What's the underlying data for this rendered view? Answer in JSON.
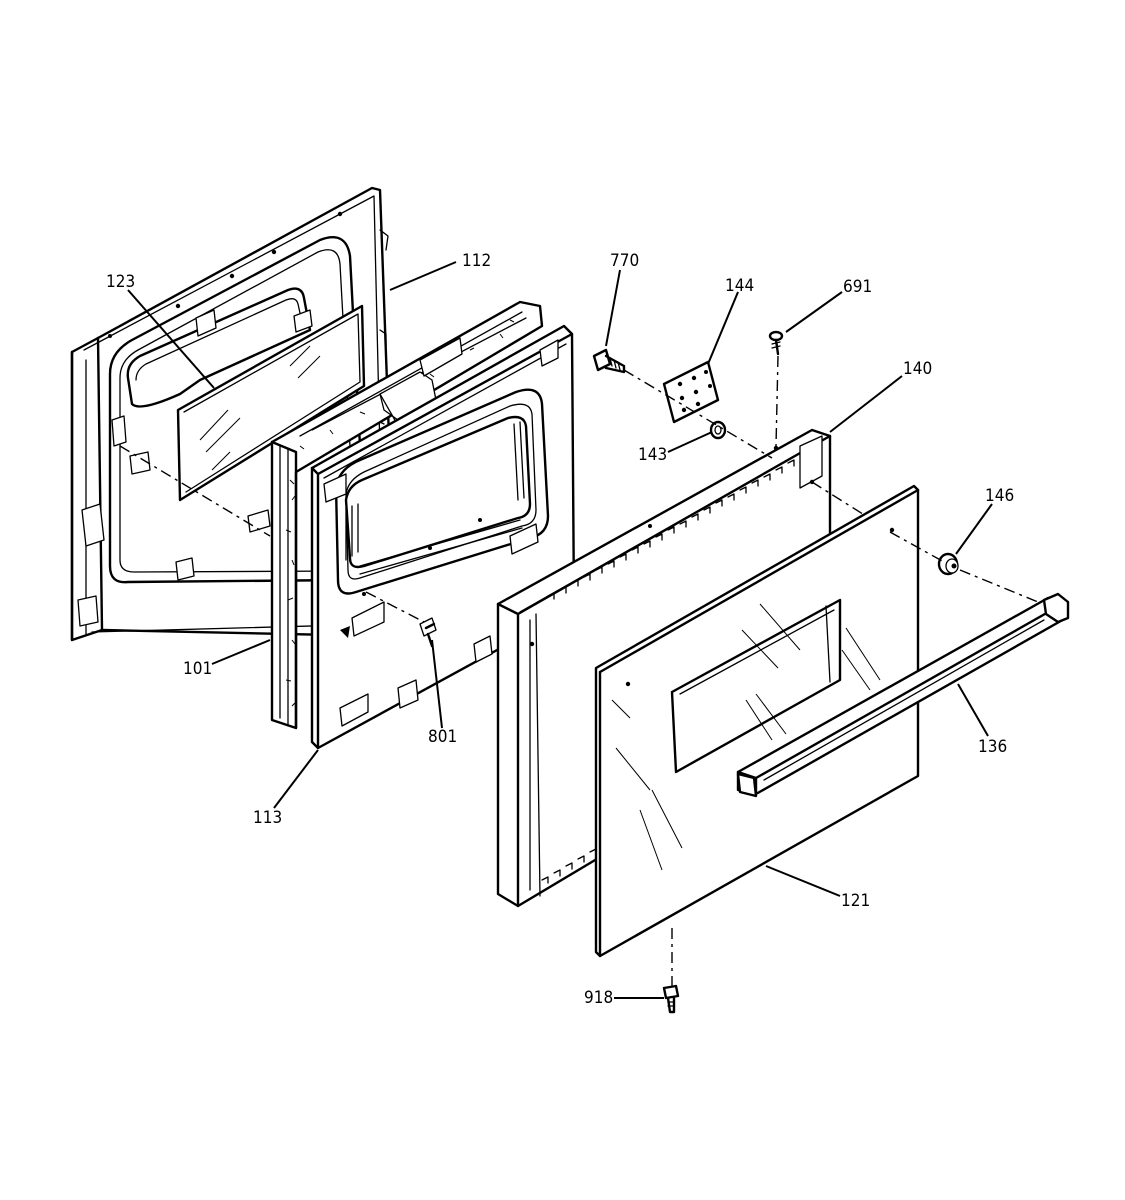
{
  "parts": [
    {
      "id": "p123",
      "number": "123"
    },
    {
      "id": "p112",
      "number": "112"
    },
    {
      "id": "p770",
      "number": "770"
    },
    {
      "id": "p144",
      "number": "144"
    },
    {
      "id": "p691",
      "number": "691"
    },
    {
      "id": "p140",
      "number": "140"
    },
    {
      "id": "p143",
      "number": "143"
    },
    {
      "id": "p146",
      "number": "146"
    },
    {
      "id": "p101",
      "number": "101"
    },
    {
      "id": "p801",
      "number": "801"
    },
    {
      "id": "p136",
      "number": "136"
    },
    {
      "id": "p113",
      "number": "113"
    },
    {
      "id": "p121",
      "number": "121"
    },
    {
      "id": "p918",
      "number": "918"
    }
  ]
}
